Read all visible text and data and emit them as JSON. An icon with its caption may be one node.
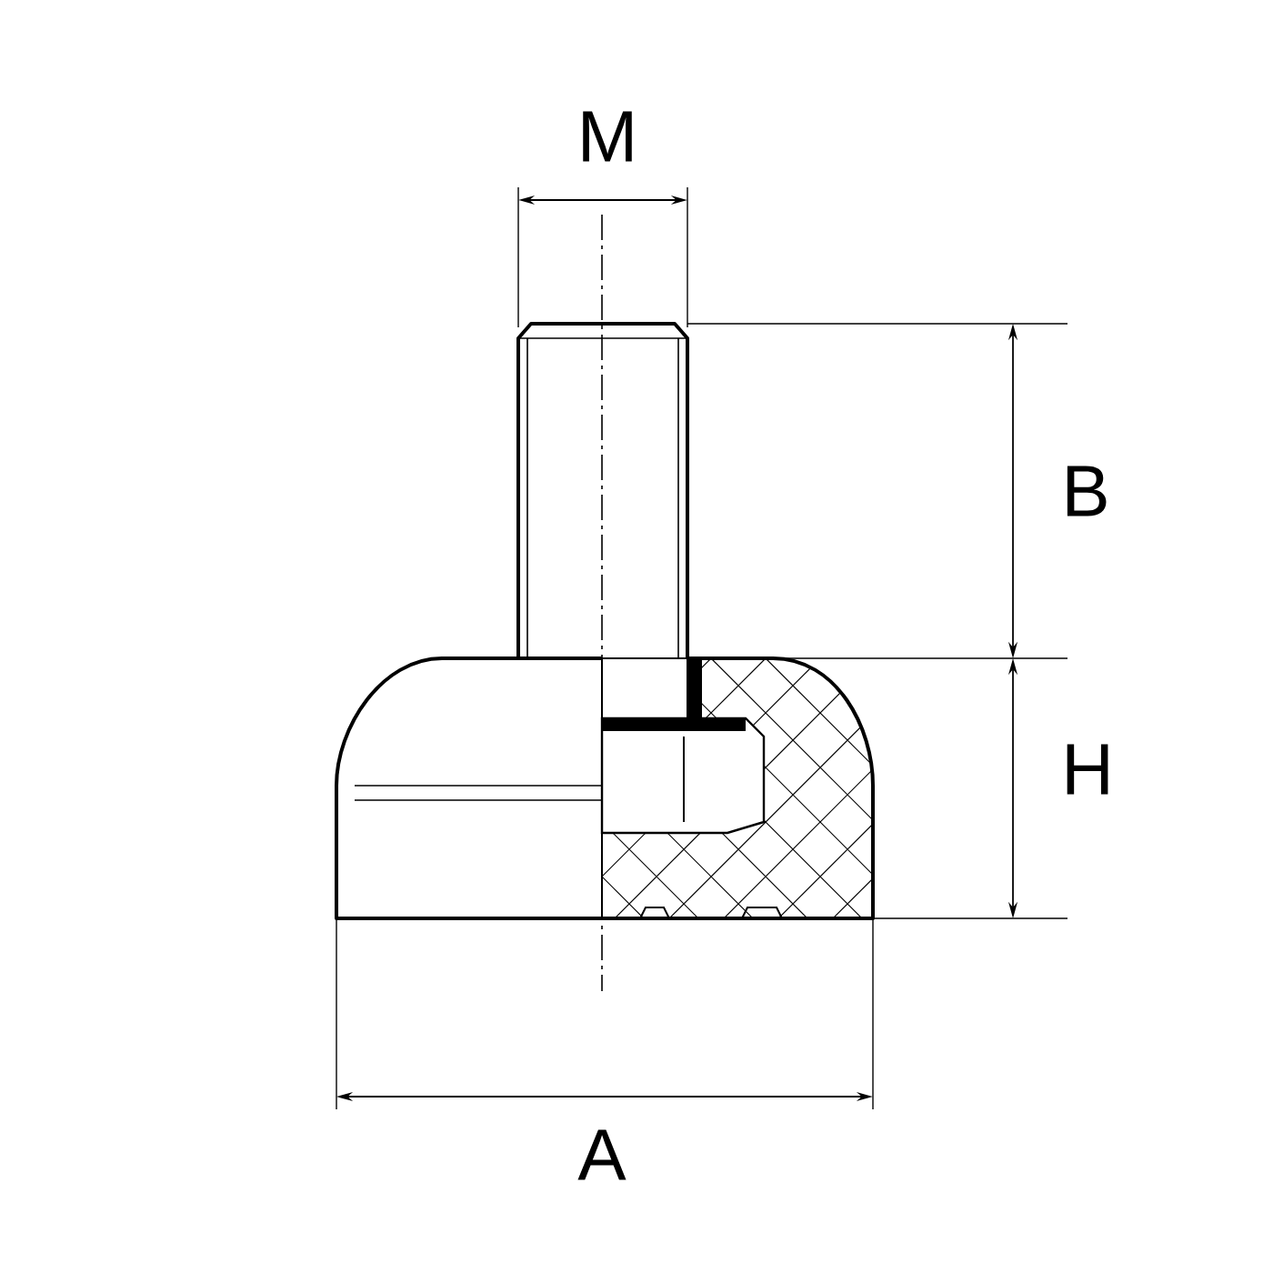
{
  "diagram": {
    "labels": [
      "M",
      "B",
      "H",
      "A"
    ]
  }
}
